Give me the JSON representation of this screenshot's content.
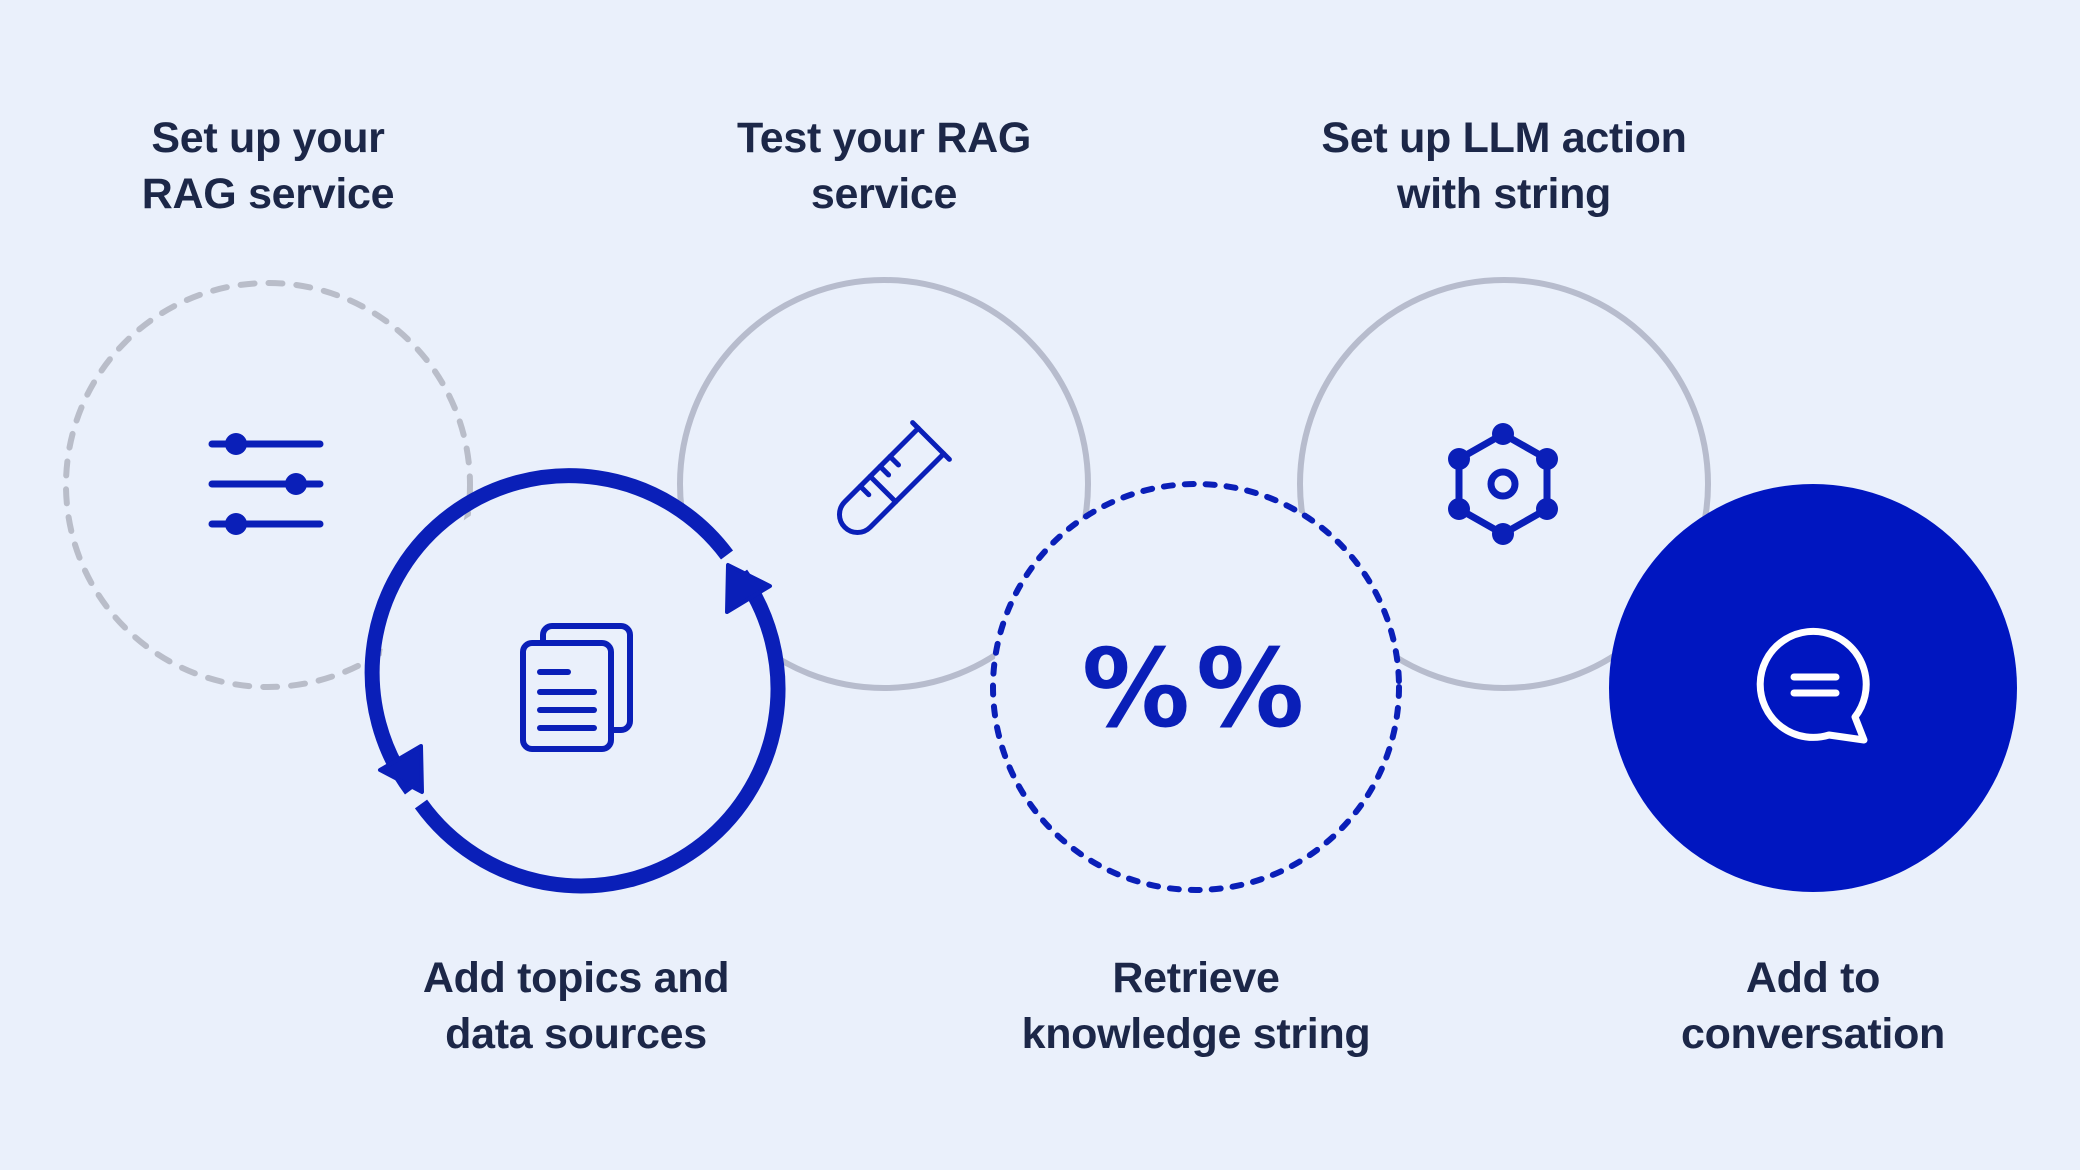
{
  "steps": [
    {
      "id": "setup",
      "line1": "Set up your",
      "line2": "RAG service",
      "icon": "sliders-icon"
    },
    {
      "id": "add",
      "line1": "Add topics and",
      "line2": "data sources",
      "icon": "documents-icon"
    },
    {
      "id": "test",
      "line1": "Test your RAG",
      "line2": "service",
      "icon": "test-tube-icon"
    },
    {
      "id": "retrieve",
      "line1": "Retrieve",
      "line2": "knowledge string",
      "icon": "percent-icon"
    },
    {
      "id": "llm",
      "line1": "Set up LLM action",
      "line2": "with string",
      "icon": "hexagon-nodes-icon"
    },
    {
      "id": "conversation",
      "line1": "Add to",
      "line2": "conversation",
      "icon": "chat-bubble-icon"
    }
  ],
  "percent_glyphs": "%%",
  "colors": {
    "background": "#eaf0fb",
    "brand": "#0a1fb8",
    "brand_dark": "#0016c0",
    "muted_ring": "#b7bccd",
    "dashed_muted": "#b9bdc9",
    "text": "#1c2748",
    "white": "#ffffff"
  }
}
